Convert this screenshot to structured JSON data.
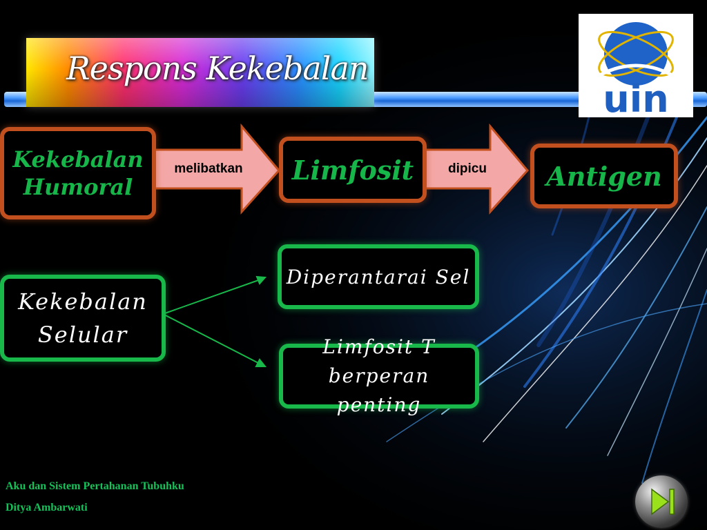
{
  "title": "Respons Kekebalan",
  "logo_text": "uin",
  "humoral": {
    "box_label_line1": "Kekebalan",
    "box_label_line2": "Humoral",
    "arrow1_label": "melibatkan",
    "middle_box": "Limfosit",
    "arrow2_label": "dipicu",
    "end_box": "Antigen"
  },
  "selular": {
    "box_label_line1": "Kekebalan",
    "box_label_line2": "Selular",
    "branch1": "Diperantarai Sel",
    "branch2_line1": "Limfosit T",
    "branch2_line2": "berperan penting"
  },
  "footer": {
    "line1": "Aku dan Sistem Pertahanan Tubuhku",
    "line2": "Ditya Ambarwati"
  },
  "colors": {
    "brown": "#c2501f",
    "green": "#18b84b",
    "text_green": "#17b64a",
    "arrow_fill": "#f4a7a7"
  },
  "icons": {
    "next": "next-slide-icon"
  }
}
